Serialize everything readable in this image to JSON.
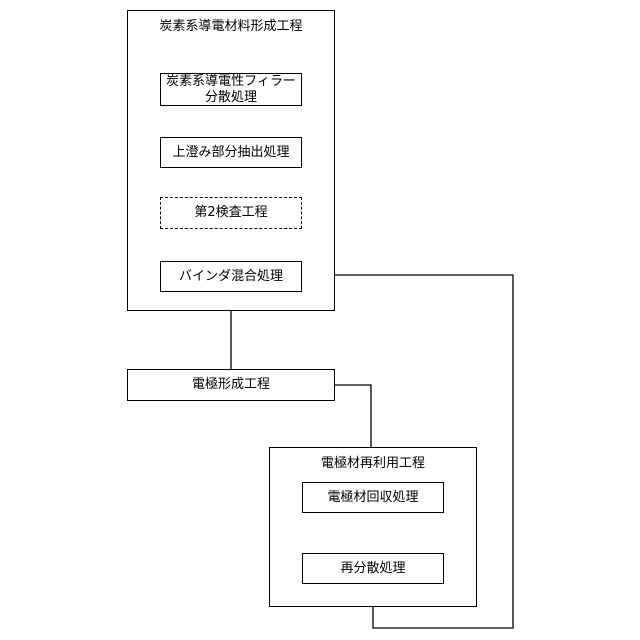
{
  "diagram": {
    "carbon_process": {
      "title": "炭素系導電材料形成工程",
      "steps": {
        "dispersion": [
          "炭素系導電性フィラー",
          "分散処理"
        ],
        "supernatant": "上澄み部分抽出処理",
        "inspection2": "第2検査工程",
        "binder": "バインダ混合処理"
      }
    },
    "electrode_forming": "電極形成工程",
    "reuse_process": {
      "title": "電極材再利用工程",
      "steps": {
        "recovery": "電極材回収処理",
        "redispersion": "再分散処理"
      }
    },
    "colors": {
      "line": "#000000",
      "background": "#ffffff"
    }
  }
}
